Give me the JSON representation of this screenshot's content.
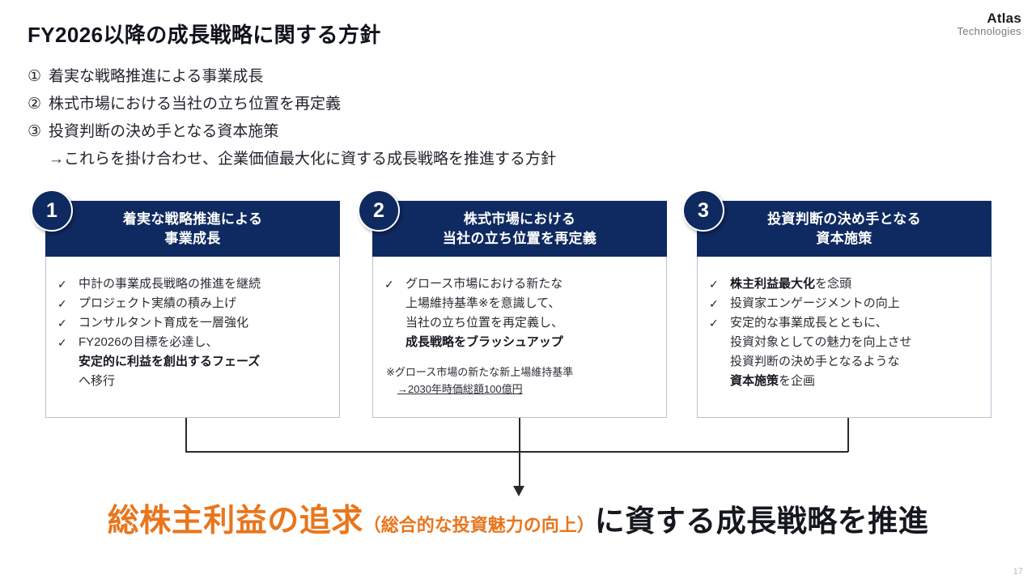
{
  "logo": {
    "main": "Atlas",
    "sub": "Technologies"
  },
  "title": "FY2026以降の成長戦略に関する方針",
  "intro": {
    "items": [
      {
        "num": "①",
        "text": "着実な戦略推進による事業成長"
      },
      {
        "num": "②",
        "text": "株式市場における当社の立ち位置を再定義"
      },
      {
        "num": "③",
        "text": "投資判断の決め手となる資本施策"
      }
    ],
    "arrow_line": "→これらを掛け合わせ、企業価値最大化に資する成長戦略を推進する方針"
  },
  "cards": [
    {
      "badge": "1",
      "head_line1": "着実な戦略推進による",
      "head_line2": "事業成長",
      "bullets": [
        {
          "tick": "✓",
          "plain1": "中計の事業成長戦略の推進を継続",
          "bold": "",
          "plain2": ""
        },
        {
          "tick": "✓",
          "plain1": "プロジェクト実績の積み上げ",
          "bold": "",
          "plain2": ""
        },
        {
          "tick": "✓",
          "plain1": "コンサルタント育成を一層強化",
          "bold": "",
          "plain2": ""
        },
        {
          "tick": "✓",
          "plain1": "FY2026の目標を必達し、",
          "bold": "安定的に利益を創出するフェーズ",
          "plain2": "へ移行"
        }
      ],
      "note": "",
      "note2": ""
    },
    {
      "badge": "2",
      "head_line1": "株式市場における",
      "head_line2": "当社の立ち位置を再定義",
      "bullets": [
        {
          "tick": "✓",
          "plain1": "グロース市場における新たな\n上場維持基準※を意識して、\n当社の立ち位置を再定義し、",
          "bold": "成長戦略をブラッシュアップ",
          "plain2": ""
        }
      ],
      "note": "※グロース市場の新たな新上場維持基準",
      "note2": "→2030年時価総額100億円"
    },
    {
      "badge": "3",
      "head_line1": "投資判断の決め手となる",
      "head_line2": "資本施策",
      "bullets": [
        {
          "tick": "✓",
          "plain1": "",
          "bold": "株主利益最大化",
          "plain2": "を念頭"
        },
        {
          "tick": "✓",
          "plain1": "投資家エンゲージメントの向上",
          "bold": "",
          "plain2": ""
        },
        {
          "tick": "✓",
          "plain1": "安定的な事業成長とともに、\n投資対象としての魅力を向上させ\n投資判断の決め手となるような",
          "bold": "資本施策",
          "plain2": "を企画"
        }
      ],
      "note": "",
      "note2": ""
    }
  ],
  "conclusion": {
    "orange_big": "総株主利益の追求",
    "orange_small": "（総合的な投資魅力の向上）",
    "dark": "に資する成長戦略を推進"
  },
  "page_number": "17",
  "colors": {
    "navy": "#0f2a60",
    "orange": "#e8761d",
    "border": "#b9c2d4",
    "text": "#22252e"
  }
}
